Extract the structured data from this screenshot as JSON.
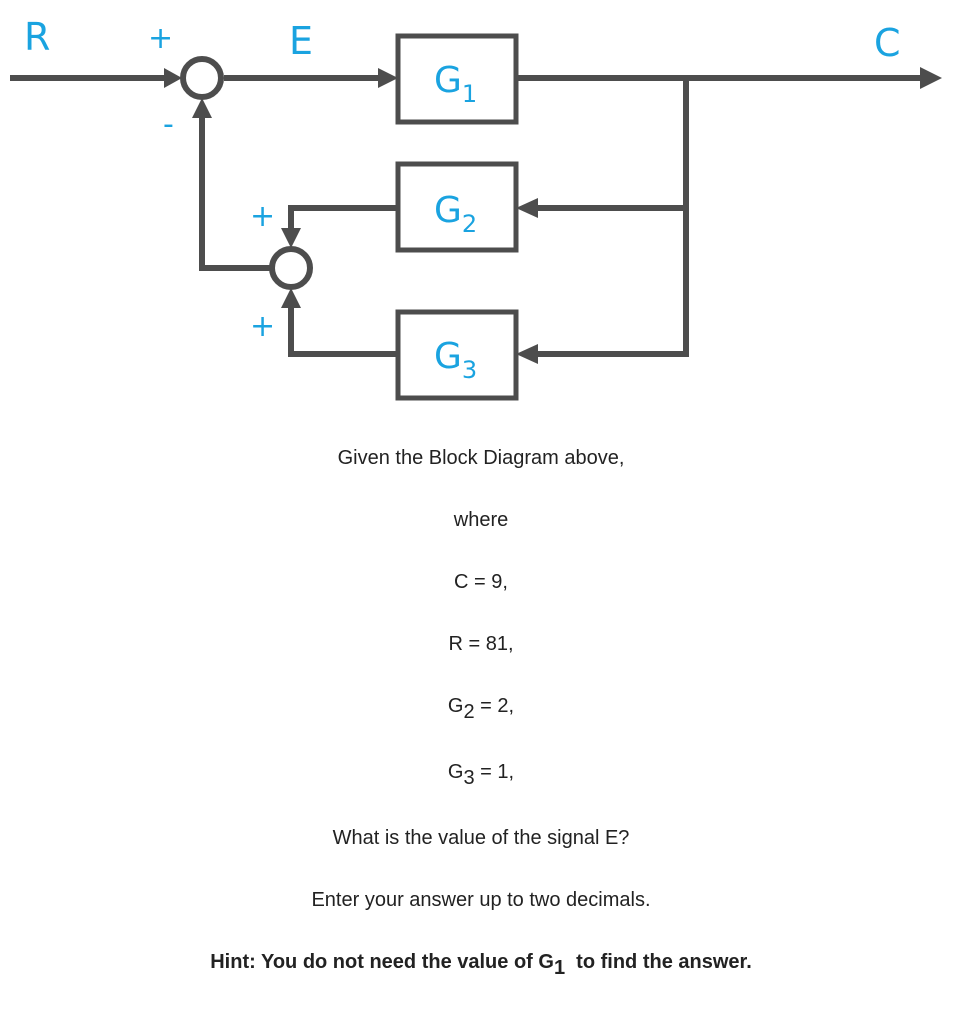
{
  "diagram": {
    "signals": {
      "R": "R",
      "E": "E",
      "C": "C"
    },
    "signs": {
      "main_plus": "+",
      "main_minus": "-",
      "inner_top_plus": "+",
      "inner_bottom_plus": "+"
    },
    "blocks": [
      {
        "name": "G",
        "sub": "1"
      },
      {
        "name": "G",
        "sub": "2"
      },
      {
        "name": "G",
        "sub": "3"
      }
    ]
  },
  "question": {
    "intro": "Given the Block Diagram above,",
    "where": "where",
    "c_value": "C = 9,",
    "r_value": "R = 81,",
    "g2": {
      "name": "G",
      "sub": "2",
      "rest": " = 2,"
    },
    "g3": {
      "name": "G",
      "sub": "3",
      "rest": " = 1,"
    },
    "ask": "What is the value of the signal E?",
    "instruction": "Enter your answer up to two decimals.",
    "hint": {
      "prefix": "Hint: You do not need the value of G",
      "sub": "1",
      "suffix": "  to find the answer."
    }
  }
}
